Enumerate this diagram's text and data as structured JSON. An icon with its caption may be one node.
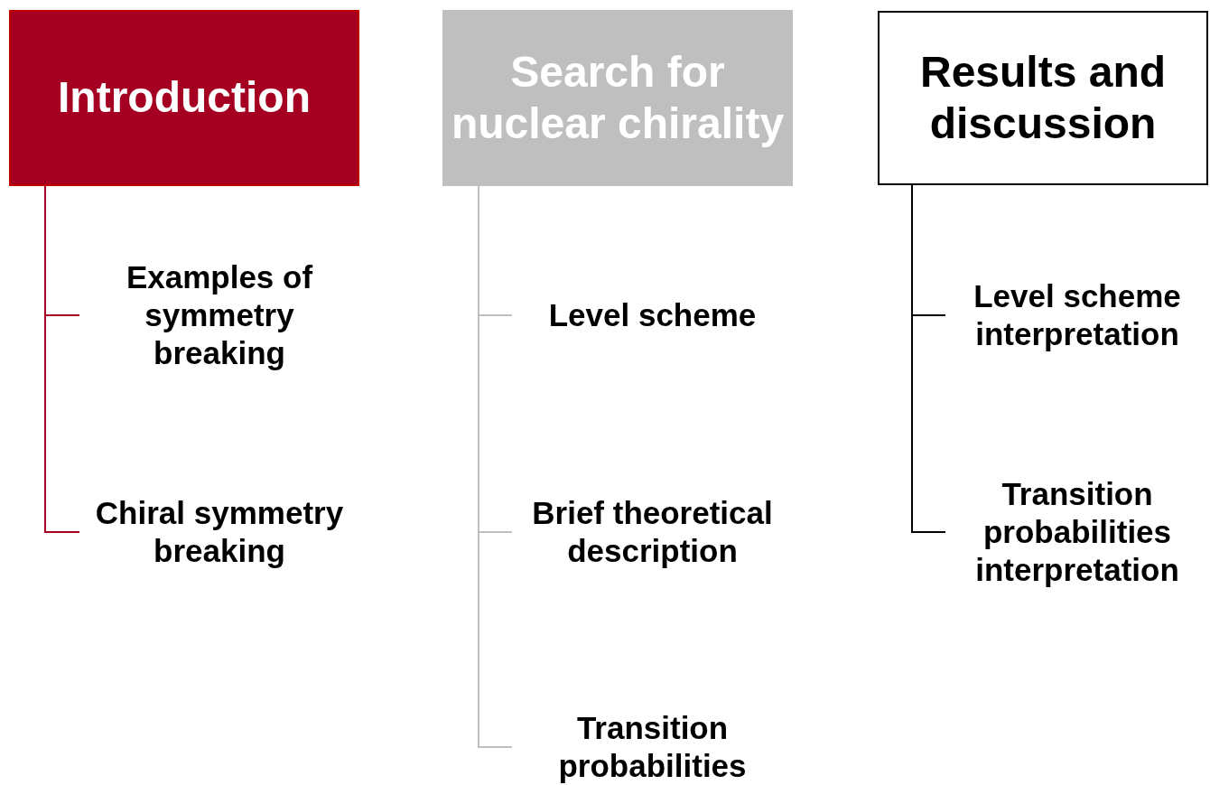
{
  "diagram": {
    "nodes": [
      {
        "text": [
          "Introduction"
        ]
      },
      {
        "text": [
          "Examples of symmetry breaking"
        ]
      },
      {
        "text": [
          "Chiral symmetry breaking"
        ]
      },
      {
        "text": [
          "Search for nuclear chirality"
        ]
      },
      {
        "text": [
          "Level scheme"
        ]
      },
      {
        "text": [
          "Brief theoretical description"
        ]
      },
      {
        "text": [
          "Transition probabilities"
        ]
      },
      {
        "text": [
          "Results and discussion"
        ]
      },
      {
        "text": [
          "Level scheme interpretation"
        ]
      },
      {
        "text": [
          "Transition probabilities interpretation"
        ]
      }
    ],
    "edges": [
      {
        "from": 0,
        "to": 1,
        "arrow": "none",
        "color": "#a50021"
      },
      {
        "from": 0,
        "to": 2,
        "arrow": "none",
        "color": "#a50021"
      },
      {
        "from": 3,
        "to": 4,
        "arrow": "none"
      },
      {
        "from": 3,
        "to": 5,
        "arrow": "none"
      },
      {
        "from": 3,
        "to": 6,
        "arrow": "none"
      },
      {
        "from": 7,
        "to": 8,
        "arrow": "none",
        "color": "#000000"
      },
      {
        "from": 7,
        "to": 9,
        "arrow": "none",
        "color": "#000000"
      }
    ]
  }
}
